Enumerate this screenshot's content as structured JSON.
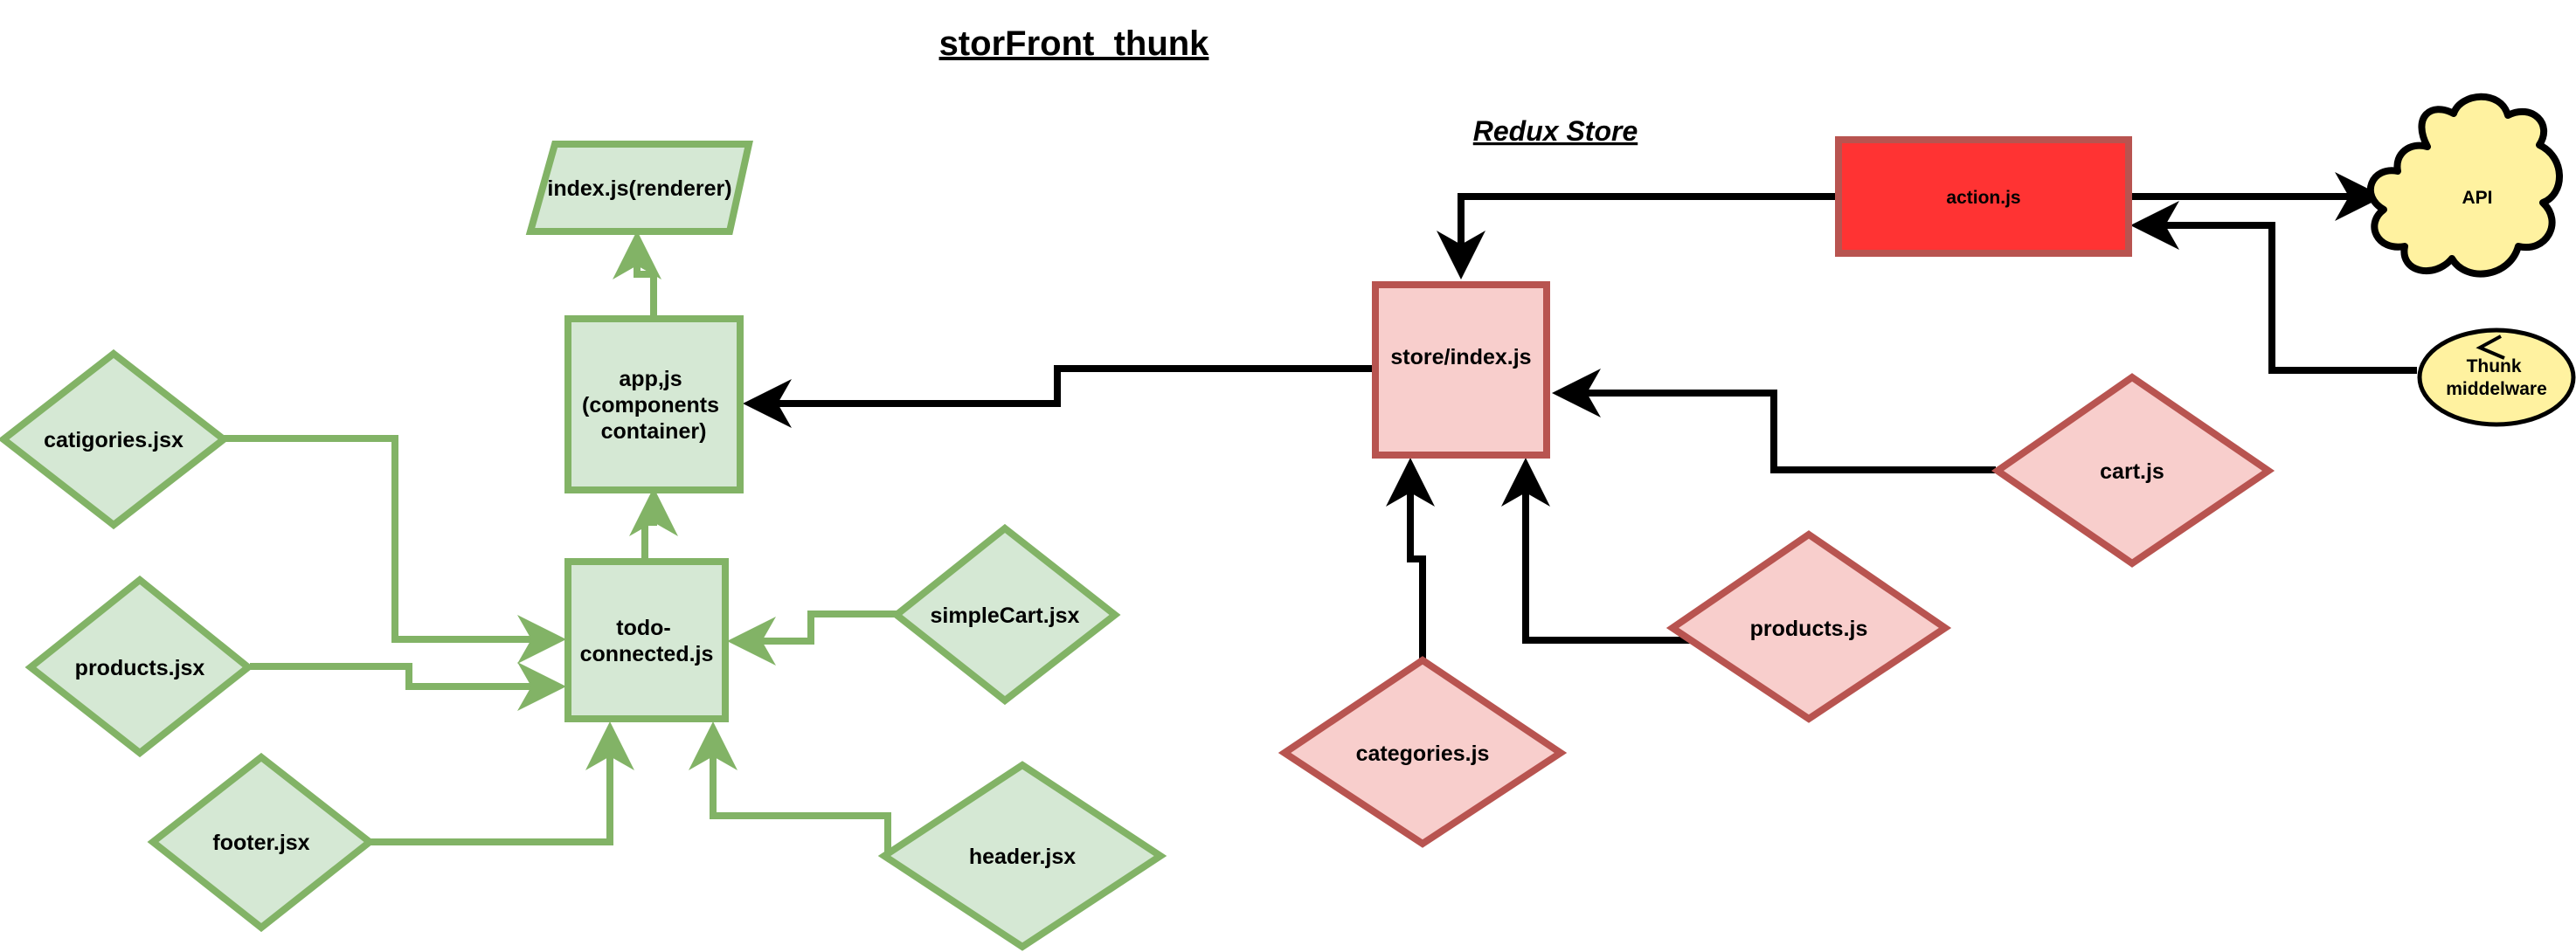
{
  "diagram": {
    "title": "storFront_thunk",
    "subtitle": "Redux Store",
    "colors": {
      "green_fill": "#d5e8d4",
      "green_stroke": "#82b366",
      "pink_fill": "#f8cecc",
      "pink_stroke": "#b85450",
      "action_fill": "#ff3333",
      "yellow_fill": "#fff2a0",
      "edge_black": "#000000"
    },
    "nodes": {
      "index_renderer": "index.js(renderer)",
      "app": [
        "app,js",
        "(components",
        "container)"
      ],
      "todo": [
        "todo-",
        "connected.js"
      ],
      "catigories_jsx": "catigories.jsx",
      "products_jsx": "products.jsx",
      "footer_jsx": "footer.jsx",
      "simplecart_jsx": "simpleCart.jsx",
      "header_jsx": "header.jsx",
      "store_index": "store/index.js",
      "action_js": "action.js",
      "api": "API",
      "thunk": [
        "Thunk",
        "middelware"
      ],
      "cart_js": "cart.js",
      "products_js": "products.js",
      "categories_js": "categories.js"
    }
  }
}
